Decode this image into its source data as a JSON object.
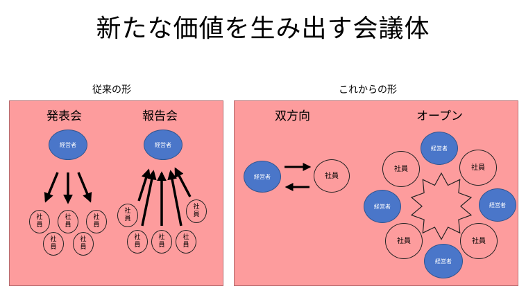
{
  "title": "新たな価値を生み出す会議体",
  "left_section": {
    "label": "従来の形",
    "announcement": {
      "heading": "発表会",
      "executive": "経営者",
      "employees": [
        "社員",
        "社員",
        "社員",
        "社員",
        "社員"
      ]
    },
    "report": {
      "heading": "報告会",
      "executive": "経営者",
      "employees": [
        "社員",
        "社員",
        "社員",
        "社員",
        "社員"
      ]
    }
  },
  "right_section": {
    "label": "これからの形",
    "bidirectional": {
      "heading": "双方向",
      "executive": "経営者",
      "employee": "社員"
    },
    "open": {
      "heading": "オープン",
      "nodes": [
        "経営者",
        "社員",
        "社員",
        "経営者",
        "経営者",
        "社員",
        "社員",
        "経営者"
      ]
    }
  },
  "colors": {
    "panel": "#fd9c9d",
    "executive": "#4a76c9",
    "arrow": "#000000"
  }
}
